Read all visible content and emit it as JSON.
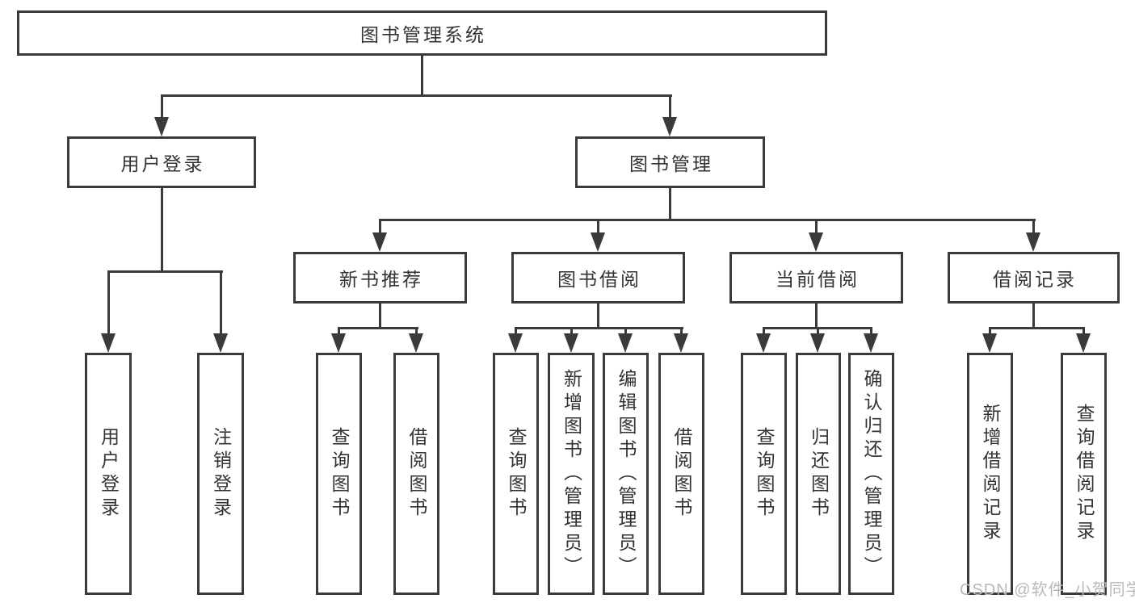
{
  "diagram": {
    "title": "图书管理系统",
    "type": "hierarchy-tree",
    "root": {
      "label": "图书管理系统"
    },
    "level2": [
      {
        "label": "用户登录"
      },
      {
        "label": "图书管理"
      }
    ],
    "level3": [
      {
        "label": "新书推荐",
        "parent": "图书管理"
      },
      {
        "label": "图书借阅",
        "parent": "图书管理"
      },
      {
        "label": "当前借阅",
        "parent": "图书管理"
      },
      {
        "label": "借阅记录",
        "parent": "图书管理"
      }
    ],
    "leaves": {
      "user_login": [
        "用户登录",
        "注销登录"
      ],
      "new_book": [
        "查询图书",
        "借阅图书"
      ],
      "book_borrow": [
        "查询图书",
        "新增图书（管理员）",
        "编辑图书（管理员）",
        "借阅图书"
      ],
      "current_borrow": [
        "查询图书",
        "归还图书",
        "确认归还（管理员）"
      ],
      "borrow_records": [
        "新增借阅记录",
        "查询借阅记录"
      ]
    },
    "colors": {
      "line": "#3a3a3a",
      "text": "#333333",
      "background": "#ffffff",
      "watermark": "#b9b9b9"
    },
    "watermark": "CSDN @软件_小贺同学"
  }
}
